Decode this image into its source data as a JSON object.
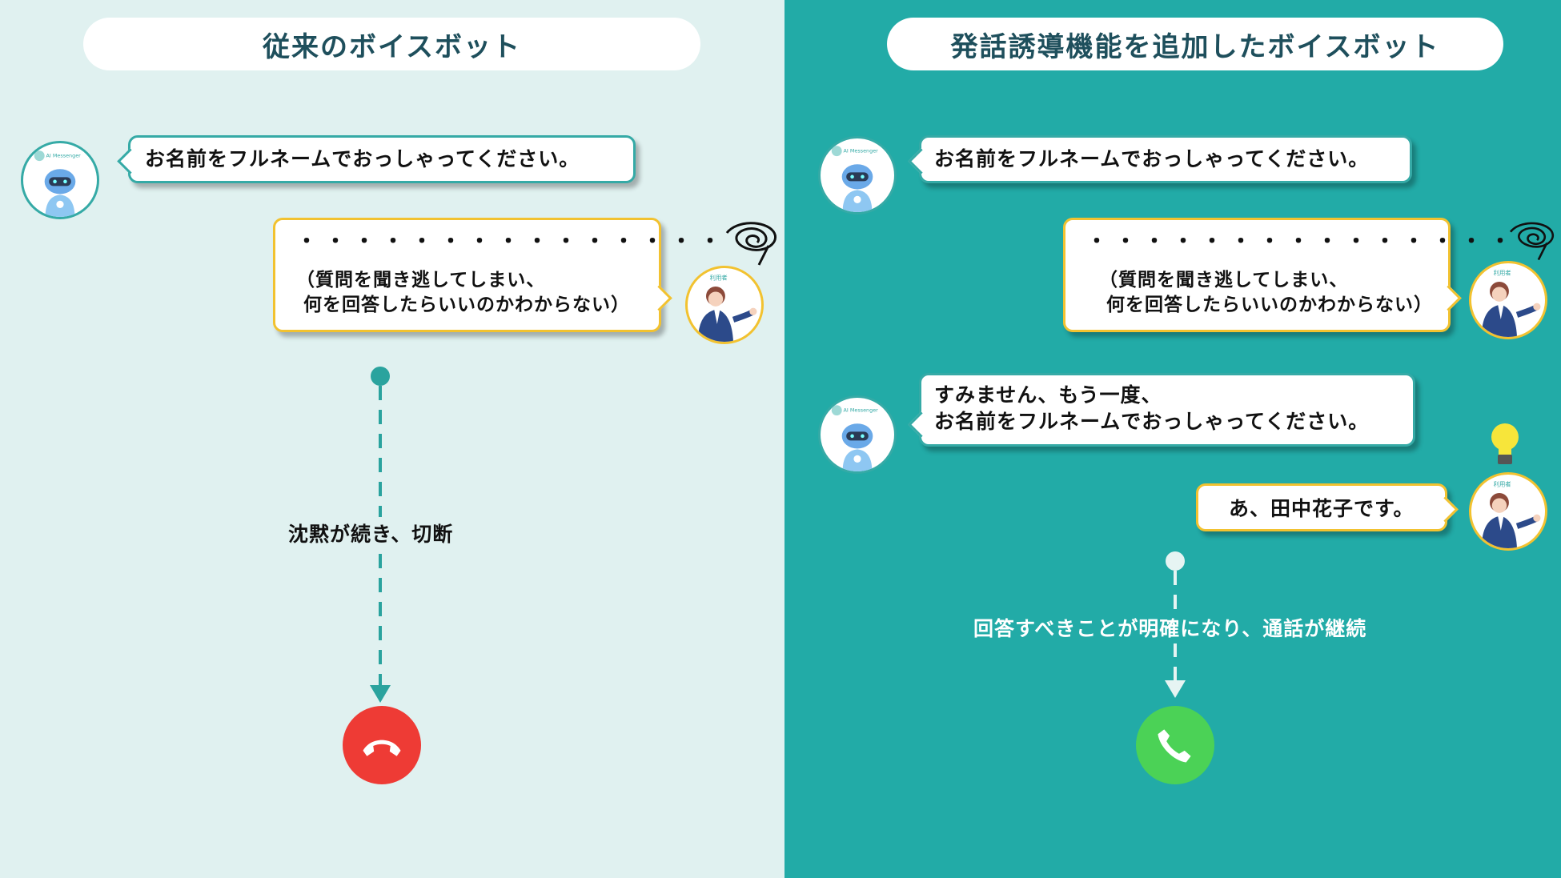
{
  "left_panel": {
    "title": "従来のボイスボット",
    "bot_message": "お名前をフルネームでおっしゃってください。",
    "user_dots": "・・・・・・・・・・・・・・・",
    "user_thought": "（質問を聞き逃してしまい、\n 何を回答したらいいのかわからない）",
    "flow_label": "沈黙が続き、切断",
    "end_icon": "hang-up-icon"
  },
  "right_panel": {
    "title": "発話誘導機能を追加したボイスボット",
    "bot_message_1": "お名前をフルネームでおっしゃってください。",
    "user_dots": "・・・・・・・・・・・・・・・",
    "user_thought": "（質問を聞き逃してしまい、\n 何を回答したらいいのかわからない）",
    "bot_message_2": "すみません、もう一度、\nお名前をフルネームでおっしゃってください。",
    "user_reply": "あ、田中花子です。",
    "flow_label": "回答すべきことが明確になり、通話が継続",
    "end_icon": "phone-icon"
  },
  "avatars": {
    "bot_label": "AI Messenger",
    "user_label": "利用者"
  },
  "colors": {
    "left_bg": "#e0f1f0",
    "right_bg": "#22aba7",
    "title_text": "#1e4f5c",
    "bot_border": "#35aaa6",
    "user_border": "#f2c230",
    "hangup_red": "#ee3b35",
    "call_green": "#4bd256"
  }
}
